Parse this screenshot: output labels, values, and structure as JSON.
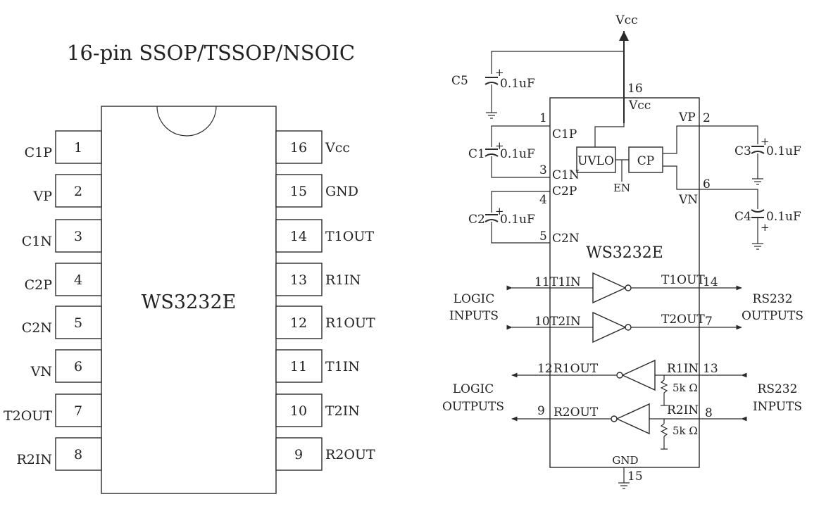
{
  "package": {
    "title": "16-pin SSOP/TSSOP/NSOIC",
    "chip_label": "WS3232E",
    "left_pins": [
      {
        "num": "1",
        "name": "C1P"
      },
      {
        "num": "2",
        "name": "VP"
      },
      {
        "num": "3",
        "name": "C1N"
      },
      {
        "num": "4",
        "name": "C2P"
      },
      {
        "num": "5",
        "name": "C2N"
      },
      {
        "num": "6",
        "name": "VN"
      },
      {
        "num": "7",
        "name": "T2OUT"
      },
      {
        "num": "8",
        "name": "R2IN"
      }
    ],
    "right_pins": [
      {
        "num": "16",
        "name": "Vcc"
      },
      {
        "num": "15",
        "name": "GND"
      },
      {
        "num": "14",
        "name": "T1OUT"
      },
      {
        "num": "13",
        "name": "R1IN"
      },
      {
        "num": "12",
        "name": "R1OUT"
      },
      {
        "num": "11",
        "name": "T1IN"
      },
      {
        "num": "10",
        "name": "T2IN"
      },
      {
        "num": "9",
        "name": "R2OUT"
      }
    ]
  },
  "schematic": {
    "chip_label": "WS3232E",
    "vcc_supply": "Vcc",
    "capacitors": {
      "c5": {
        "name": "C5",
        "value": "0.1uF"
      },
      "c1": {
        "name": "C1",
        "value": "0.1uF"
      },
      "c2": {
        "name": "C2",
        "value": "0.1uF"
      },
      "c3": {
        "name": "C3",
        "value": "0.1uF"
      },
      "c4": {
        "name": "C4",
        "value": "0.1uF"
      }
    },
    "blocks": {
      "uvlo": "UVLO",
      "cp": "CP",
      "en": "EN"
    },
    "pins": {
      "p16_num": "16",
      "p16_name": "Vcc",
      "p1_num": "1",
      "p1_name": "C1P",
      "p3_num": "3",
      "p3_name": "C1N",
      "p4_num": "4",
      "p4_name": "C2P",
      "p5_num": "5",
      "p5_name": "C2N",
      "p2_num": "2",
      "p2_name": "VP",
      "p6_num": "6",
      "p6_name": "VN",
      "p11_num": "11",
      "p11_name": "T1IN",
      "p10_num": "10",
      "p10_name": "T2IN",
      "p14_num": "14",
      "p14_name": "T1OUT",
      "p7_num": "7",
      "p7_name": "T2OUT",
      "p12_num": "12",
      "p12_name": "R1OUT",
      "p9_num": "9",
      "p9_name": "R2OUT",
      "p13_num": "13",
      "p13_name": "R1IN",
      "p8_num": "8",
      "p8_name": "R2IN",
      "p15_num": "15",
      "p15_name": "GND"
    },
    "resistors": {
      "r1": "5k Ω",
      "r2": "5k Ω"
    },
    "side_labels": {
      "logic_inputs_1": "LOGIC",
      "logic_inputs_2": "INPUTS",
      "rs232_outputs_1": "RS232",
      "rs232_outputs_2": "OUTPUTS",
      "logic_outputs_1": "LOGIC",
      "logic_outputs_2": "OUTPUTS",
      "rs232_inputs_1": "RS232",
      "rs232_inputs_2": "INPUTS"
    }
  }
}
